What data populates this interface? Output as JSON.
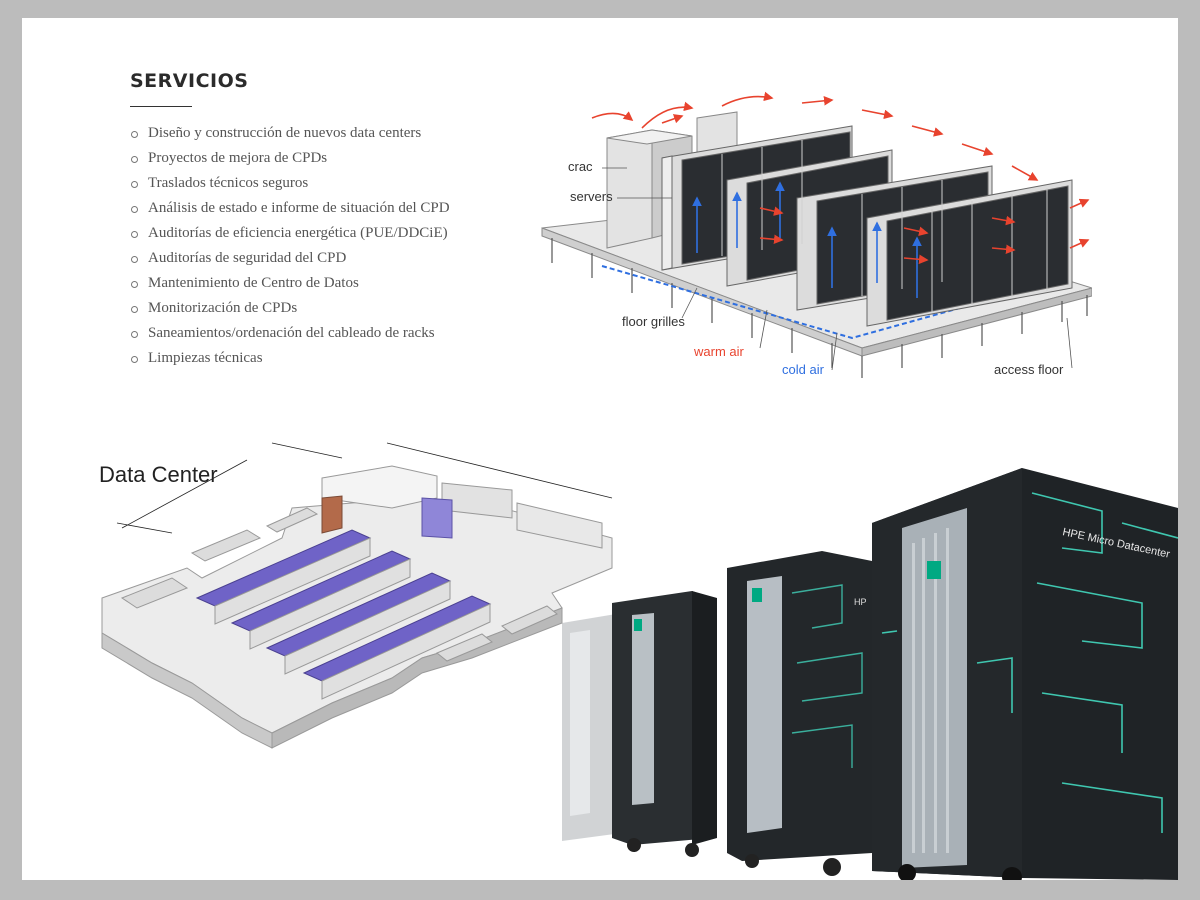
{
  "services": {
    "title": "SERVICIOS",
    "items": [
      "Diseño y construcción de nuevos data centers",
      "Proyectos de mejora de CPDs",
      "Traslados técnicos seguros",
      "Análisis de estado e informe de situación del CPD",
      "Auditorías de eficiencia energética (PUE/DDCiE)",
      "Auditorías de seguridad del CPD",
      "Mantenimiento de Centro de Datos",
      "Monitorización de CPDs",
      "Saneamientos/ordenación del cableado de racks",
      "Limpiezas técnicas"
    ]
  },
  "airflow_diagram": {
    "labels": {
      "crac": "crac",
      "servers": "servers",
      "floor_grilles": "floor grilles",
      "warm_air": "warm air",
      "cold_air": "cold air",
      "access_floor": "access floor"
    },
    "colors": {
      "warm": "#e8432e",
      "cold": "#2f6fe0",
      "floor": "#8a8a8a"
    }
  },
  "floorplan": {
    "title": "Data Center",
    "colors": {
      "rack": "#6f63c7",
      "wall": "#d4d4d4"
    }
  },
  "hpe": {
    "brand_text": "HPE Micro Datacenter",
    "short_text": "HP",
    "colors": {
      "cabinet": "#1f2326",
      "accent": "#3fc7b0"
    }
  }
}
